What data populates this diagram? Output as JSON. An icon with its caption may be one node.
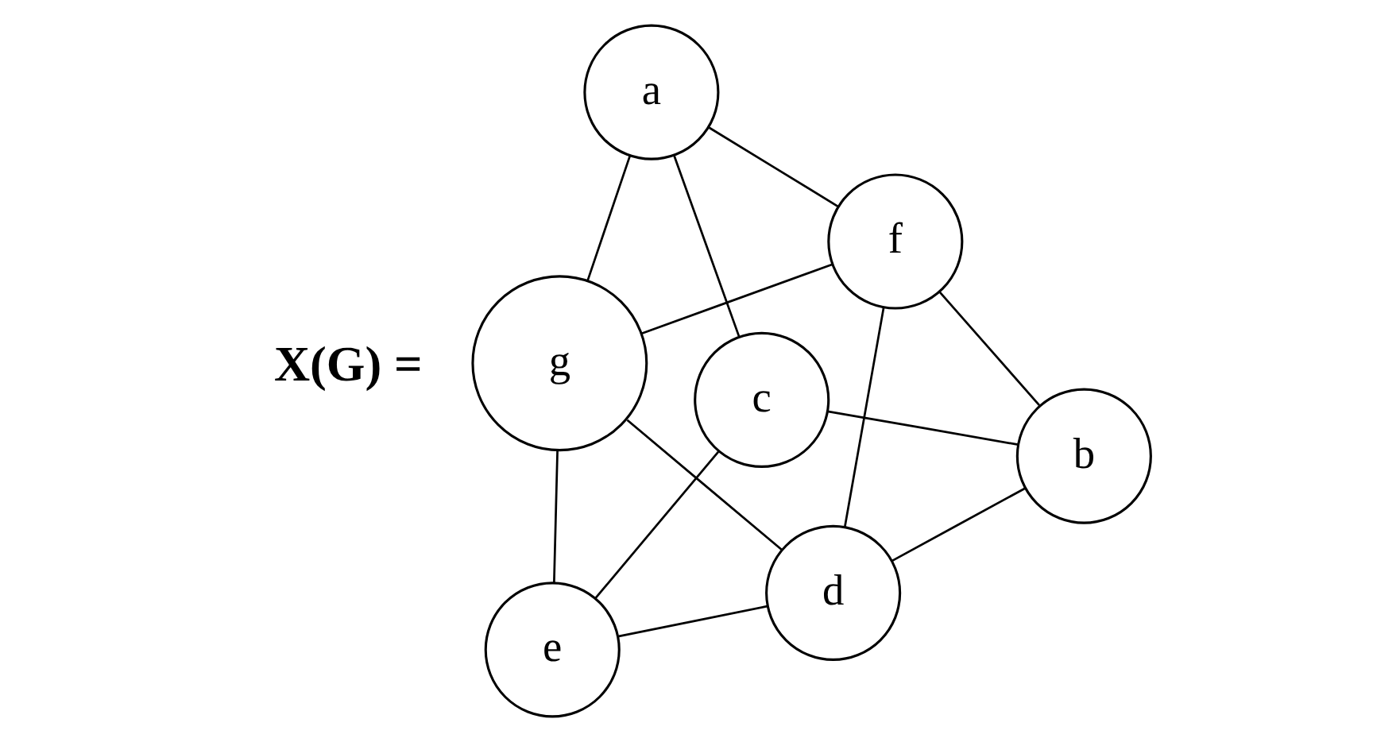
{
  "diagram": {
    "nodes": [
      {
        "text": [
          "g"
        ]
      },
      {
        "text": [
          "b"
        ]
      },
      {
        "text": [
          "c"
        ]
      },
      {
        "text": [
          "a"
        ]
      },
      {
        "text": [
          "e"
        ]
      },
      {
        "text": [
          "d"
        ]
      },
      {
        "text": [
          "f"
        ]
      }
    ],
    "edges": [
      {
        "from": 0,
        "to": 6,
        "arrow": "none"
      },
      {
        "from": 0,
        "to": 4,
        "arrow": "none"
      },
      {
        "from": 0,
        "to": 3,
        "arrow": "none"
      },
      {
        "from": 0,
        "to": 5,
        "arrow": "none"
      },
      {
        "from": 1,
        "to": 6,
        "arrow": "none"
      },
      {
        "from": 1,
        "to": 2,
        "arrow": "none"
      },
      {
        "from": 1,
        "to": 5,
        "arrow": "none"
      },
      {
        "from": 2,
        "to": 4,
        "arrow": "none"
      },
      {
        "from": 2,
        "to": 3,
        "arrow": "none"
      },
      {
        "from": 4,
        "to": 5,
        "arrow": "none"
      },
      {
        "from": 3,
        "to": 6,
        "arrow": "none"
      },
      {
        "from": 6,
        "to": 5,
        "arrow": "none"
      }
    ],
    "labels": [
      "X(G) ="
    ]
  }
}
